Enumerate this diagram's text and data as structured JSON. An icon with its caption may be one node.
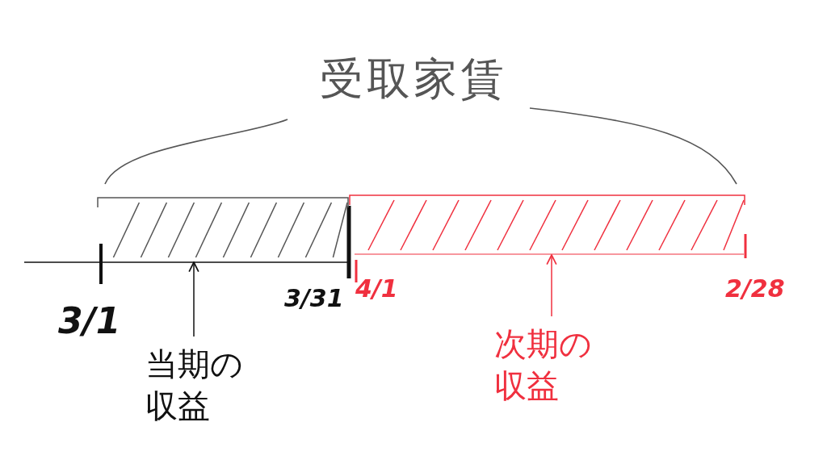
{
  "diagram": {
    "title": "受取家賃",
    "nodes": [
      {
        "text": [],
        "shape": "bar"
      },
      {
        "text": [],
        "shape": "bar"
      },
      {
        "text": [
          "当期の収益"
        ]
      },
      {
        "text": [
          "次期の収益"
        ]
      }
    ],
    "edges": [
      {
        "from": 2,
        "to": 0,
        "arrow": "to"
      },
      {
        "from": 3,
        "to": 1,
        "arrow": "to",
        "color": "#f0303f"
      }
    ],
    "labels": [
      "3/1",
      "3/31",
      "4/1",
      "2/28"
    ]
  }
}
